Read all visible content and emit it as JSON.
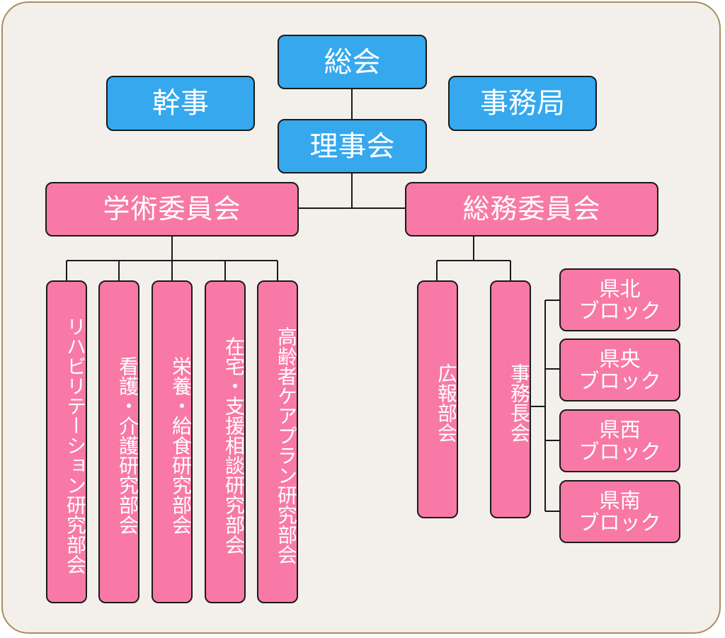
{
  "colors": {
    "frame": "#a58f5e",
    "background": "#f3f0ec",
    "blue": "#35a8ee",
    "pink": "#f879a6",
    "line": "#1a1a1a"
  },
  "top": {
    "general_assembly": "総会",
    "officers": "幹事",
    "secretariat": "事務局",
    "board": "理事会"
  },
  "committees": {
    "academic": "学術委員会",
    "general_affairs": "総務委員会"
  },
  "academic_divisions": [
    "リハビリテーション研究部会",
    "看護・介護研究部会",
    "栄養・給食研究部会",
    "在宅・支援相談研究部会",
    "高齢者ケアプラン研究部会"
  ],
  "affairs_divisions": [
    "広報部会",
    "事務長会"
  ],
  "blocks": [
    {
      "line1": "県北",
      "line2": "ブロック"
    },
    {
      "line1": "県央",
      "line2": "ブロック"
    },
    {
      "line1": "県西",
      "line2": "ブロック"
    },
    {
      "line1": "県南",
      "line2": "ブロック"
    }
  ]
}
